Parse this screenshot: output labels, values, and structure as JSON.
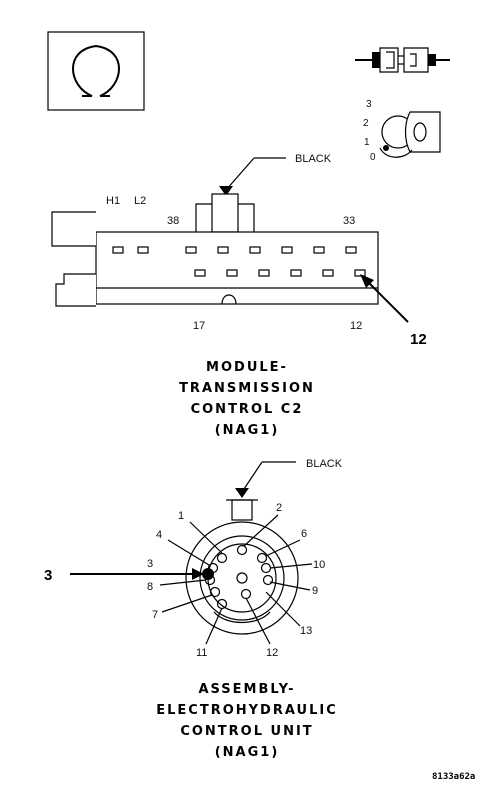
{
  "connector_c2": {
    "wire_color": "BLACK",
    "labels": {
      "h1": "H1",
      "l2": "L2",
      "pin_38": "38",
      "pin_33": "33",
      "pin_17": "17",
      "pin_12": "12"
    },
    "callout": "12",
    "title_lines": [
      "MODULE-",
      "TRANSMISSION",
      "CONTROL C2",
      "(NAG1)"
    ]
  },
  "connector_ehcu": {
    "wire_color": "BLACK",
    "pins": {
      "p1": "1",
      "p2": "2",
      "p3": "3",
      "p4": "4",
      "p6": "6",
      "p7": "7",
      "p8": "8",
      "p9": "9",
      "p10": "10",
      "p11": "11",
      "p12": "12",
      "p13": "13"
    },
    "callout": "3",
    "title_lines": [
      "ASSEMBLY-",
      "ELECTROHYDRAULIC",
      "CONTROL UNIT",
      "(NAG1)"
    ]
  },
  "ignition_symbol": {
    "positions": [
      "3",
      "2",
      "1",
      "0"
    ]
  },
  "figure_ref": "8133a62a"
}
